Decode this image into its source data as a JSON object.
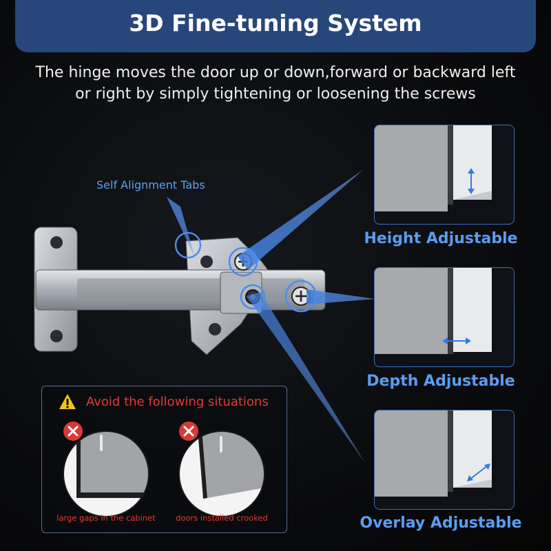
{
  "header": {
    "title": "3D Fine-tuning System"
  },
  "subtitle": {
    "line1": "The hinge moves the door up or down,forward or backward left",
    "line2": "or right by simply tightening or loosening the screws"
  },
  "callout": {
    "tabs_label": "Self Alignment Tabs"
  },
  "panels": [
    {
      "label": "Height Adjustable",
      "arrow_icon": "vertical-double-arrow-icon"
    },
    {
      "label": "Depth Adjustable",
      "arrow_icon": "horizontal-double-arrow-icon"
    },
    {
      "label": "Overlay Adjustable",
      "arrow_icon": "diagonal-double-arrow-icon"
    }
  ],
  "warning": {
    "title": "Avoid the following situations",
    "cases": [
      {
        "caption": "large gaps in the cabinet"
      },
      {
        "caption": "doors installed crooked"
      }
    ]
  },
  "colors": {
    "accent_blue": "#5a9cf2",
    "header_blue": "#27477a",
    "warning_red": "#e23b32",
    "warning_yellow": "#f2c318"
  }
}
